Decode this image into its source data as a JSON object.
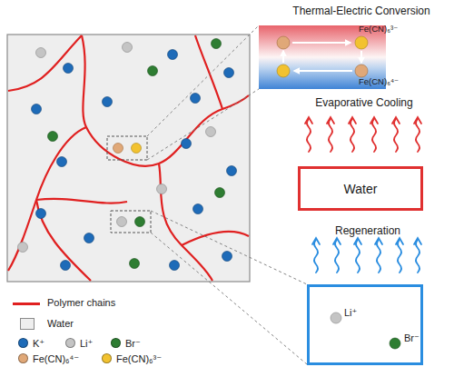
{
  "diagram": {
    "nodes": [
      {
        "text": [
          "Thermal-Electric Conversion",
          "Fe(CN)₆³⁻",
          "Fe(CN)₆⁴⁻"
        ]
      },
      {
        "text": [
          "Evaporative Cooling",
          "Water"
        ]
      },
      {
        "text": [
          "Regeneration",
          "Li⁺",
          "Br⁻"
        ]
      }
    ],
    "legend": [
      {
        "text": "Polymer chains"
      },
      {
        "text": "Water",
        "color": "#eeeeee"
      },
      {
        "text": "K⁺",
        "color": "#1e6bb8"
      },
      {
        "text": "Li⁺",
        "color": "#c4c4c4"
      },
      {
        "text": "Br⁻",
        "color": "#2e7d32"
      },
      {
        "text": "Fe(CN)₆⁴⁻",
        "color": "#e0a878"
      },
      {
        "text": "Fe(CN)₆³⁻",
        "color": "#f2c230"
      }
    ]
  }
}
